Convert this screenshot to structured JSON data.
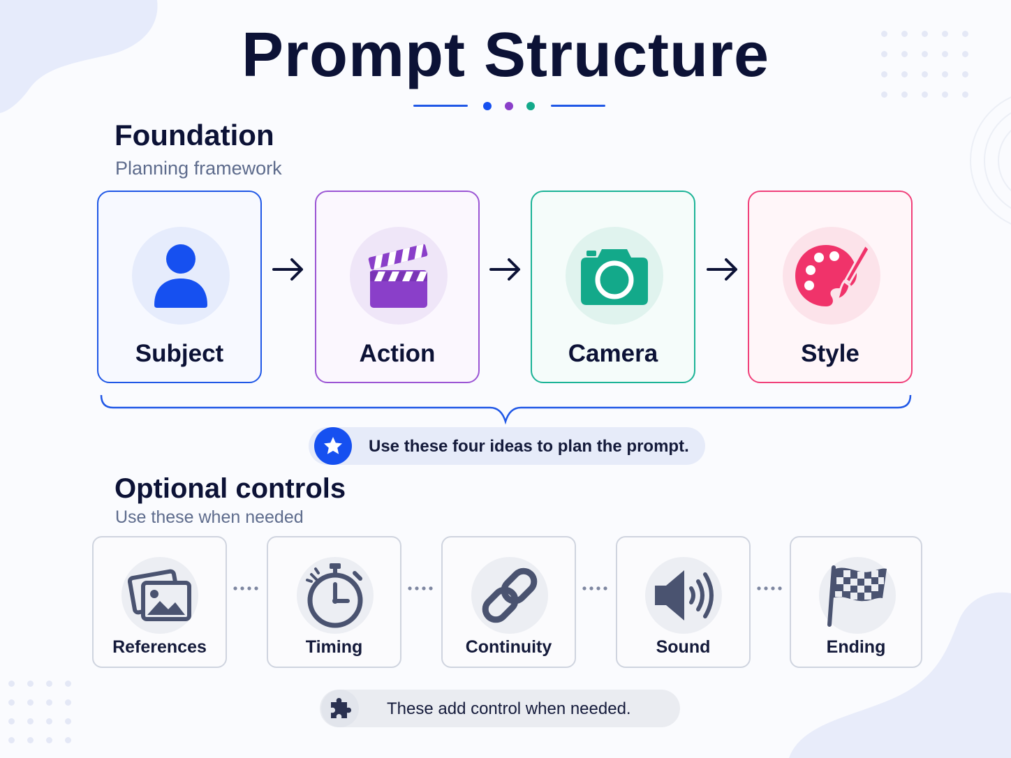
{
  "title": "Prompt Structure",
  "foundation": {
    "heading": "Foundation",
    "subheading": "Planning framework",
    "cards": [
      {
        "label": "Subject",
        "icon": "person-icon",
        "color": "#1650f0"
      },
      {
        "label": "Action",
        "icon": "clapperboard-icon",
        "color": "#8a3fc9"
      },
      {
        "label": "Camera",
        "icon": "camera-icon",
        "color": "#13a98a"
      },
      {
        "label": "Style",
        "icon": "palette-icon",
        "color": "#f0336a"
      }
    ],
    "note": "Use these four ideas to plan the prompt.",
    "note_icon": "star-icon"
  },
  "optional": {
    "heading": "Optional controls",
    "subheading": "Use these when needed",
    "cards": [
      {
        "label": "References",
        "icon": "images-icon"
      },
      {
        "label": "Timing",
        "icon": "stopwatch-icon"
      },
      {
        "label": "Continuity",
        "icon": "link-icon"
      },
      {
        "label": "Sound",
        "icon": "speaker-icon"
      },
      {
        "label": "Ending",
        "icon": "checkered-flag-icon"
      }
    ],
    "note": "These add control when needed.",
    "note_icon": "puzzle-icon"
  },
  "colors": {
    "navy": "#0c1236",
    "blue": "#1650f0",
    "purple": "#8a3fc9",
    "teal": "#13a98a",
    "pink": "#f0336a",
    "slate": "#4a5370"
  }
}
